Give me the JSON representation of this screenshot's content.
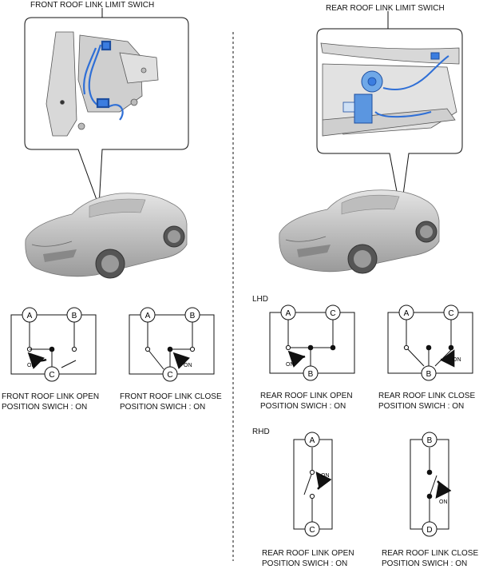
{
  "callouts": {
    "front_switch": "FRONT ROOF LINK LIMIT SWICH",
    "rear_switch": "REAR ROOF LINK LIMIT SWICH"
  },
  "sections": {
    "lhd": "LHD",
    "rhd": "RHD"
  },
  "captions": {
    "front_open": [
      "FRONT ROOF LINK OPEN",
      "POSITION SWICH : ON"
    ],
    "front_close": [
      "FRONT ROOF LINK CLOSE",
      "POSITION SWICH : ON"
    ],
    "lhd_open": [
      "REAR ROOF LINK OPEN",
      "POSITION SWICH : ON"
    ],
    "lhd_close": [
      "REAR ROOF LINK CLOSE",
      "POSITION SWICH : ON"
    ],
    "rhd_open": [
      "REAR ROOF LINK OPEN",
      "POSITION SWICH : ON"
    ],
    "rhd_close": [
      "REAR ROOF LINK CLOSE",
      "POSITION SWICH : ON"
    ]
  },
  "terminals": {
    "front_open": [
      "A",
      "B",
      "C"
    ],
    "front_close": [
      "A",
      "B",
      "C"
    ],
    "lhd_open": [
      "A",
      "C",
      "B"
    ],
    "lhd_close": [
      "A",
      "C",
      "B"
    ],
    "rhd_open": [
      "A",
      "C"
    ],
    "rhd_close": [
      "B",
      "D"
    ]
  },
  "state_label": "ON",
  "colors": {
    "line": "#111111",
    "car_body": "#c9c9c9",
    "harness": "#2f6fd6"
  }
}
